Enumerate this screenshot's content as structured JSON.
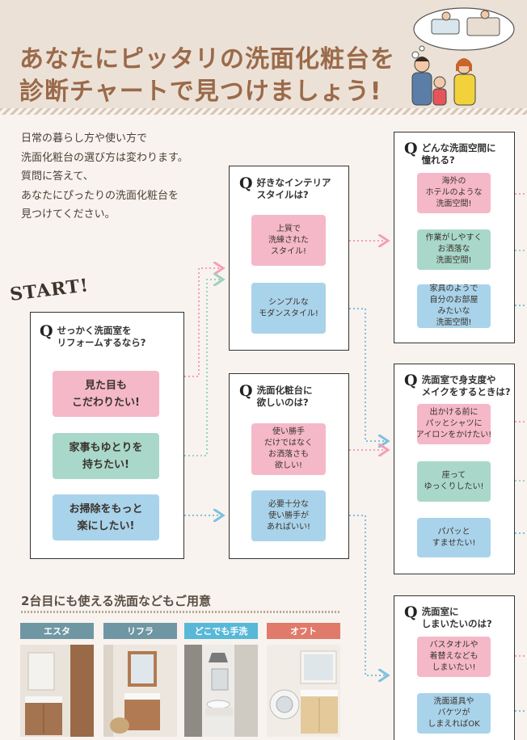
{
  "header": {
    "title_lines": [
      "あなたにピッタリの洗面化粧台を",
      "診断チャートで見つけましょう!"
    ]
  },
  "intro": {
    "lines": [
      "日常の暮らし方や使い方で",
      "洗面化粧台の選び方は変わります。",
      "質問に答えて、",
      "あなたにぴったりの洗面化粧台を",
      "見つけてください。"
    ]
  },
  "start_label": "START!",
  "q1": {
    "mark": "Q",
    "lines": [
      "せっかく洗面室を",
      "リフォームするなら?"
    ],
    "options": [
      {
        "lines": [
          "見た目も",
          "こだわりたい!"
        ],
        "color": "#f5b8c8"
      },
      {
        "lines": [
          "家事もゆとりを",
          "持ちたい!"
        ],
        "color": "#a9d8ca"
      },
      {
        "lines": [
          "お掃除をもっと",
          "楽にしたい!"
        ],
        "color": "#a9d3ea"
      }
    ]
  },
  "q_interior": {
    "mark": "Q",
    "lines": [
      "好きなインテリア",
      "スタイルは?"
    ],
    "options": [
      {
        "lines": [
          "上質で",
          "洗練された",
          "スタイル!"
        ],
        "color": "#f5b8c8"
      },
      {
        "lines": [
          "シンプルな",
          "モダンスタイル!"
        ],
        "color": "#a9d3ea"
      }
    ]
  },
  "q_vanity": {
    "mark": "Q",
    "lines": [
      "洗面化粧台に",
      "欲しいのは?"
    ],
    "options": [
      {
        "lines": [
          "使い勝手",
          "だけではなく",
          "お洒落さも",
          "欲しい!"
        ],
        "color": "#f5b8c8"
      },
      {
        "lines": [
          "必要十分な",
          "使い勝手が",
          "あればいい!"
        ],
        "color": "#a9d3ea"
      }
    ]
  },
  "q_space": {
    "mark": "Q",
    "lines": [
      "どんな洗面空間に",
      "憧れる?"
    ],
    "options": [
      {
        "lines": [
          "海外の",
          "ホテルのような",
          "洗面空間!"
        ],
        "color": "#f5b8c8"
      },
      {
        "lines": [
          "作業がしやすく",
          "お洒落な",
          "洗面空間!"
        ],
        "color": "#a9d8ca"
      },
      {
        "lines": [
          "家具のようで",
          "自分のお部屋",
          "みたいな",
          "洗面空間!"
        ],
        "color": "#a9d3ea"
      }
    ]
  },
  "q_makeup": {
    "mark": "Q",
    "lines": [
      "洗面室で身支度や",
      "メイクをするときは?"
    ],
    "options": [
      {
        "lines": [
          "出かける前に",
          "パッとシャツに",
          "アイロンをかけたい!"
        ],
        "color": "#f5b8c8"
      },
      {
        "lines": [
          "座って",
          "ゆっくりしたい!"
        ],
        "color": "#a9d8ca"
      },
      {
        "lines": [
          "パパッと",
          "すませたい!"
        ],
        "color": "#a9d3ea"
      }
    ]
  },
  "q_storage": {
    "mark": "Q",
    "lines": [
      "洗面室に",
      "しまいたいのは?"
    ],
    "options": [
      {
        "lines": [
          "バスタオルや",
          "着替えなども",
          "しまいたい!"
        ],
        "color": "#f5b8c8"
      },
      {
        "lines": [
          "洗面道具や",
          "バケツが",
          "しまえればOK"
        ],
        "color": "#a9d3ea"
      }
    ]
  },
  "second": {
    "title": "2台目にも使える洗面などもご用意",
    "products": [
      {
        "label": "エスタ",
        "color": "#6f97a3"
      },
      {
        "label": "リフラ",
        "color": "#6f97a3"
      },
      {
        "label": "どこでも手洗",
        "color": "#58b8d8"
      },
      {
        "label": "オフト",
        "color": "#e07a6a"
      }
    ]
  },
  "colors": {
    "pink_arrow": "#f3a0b6",
    "teal_arrow": "#9fd0c2",
    "blue_arrow": "#7fbfe0",
    "title": "#9a6a4a"
  }
}
